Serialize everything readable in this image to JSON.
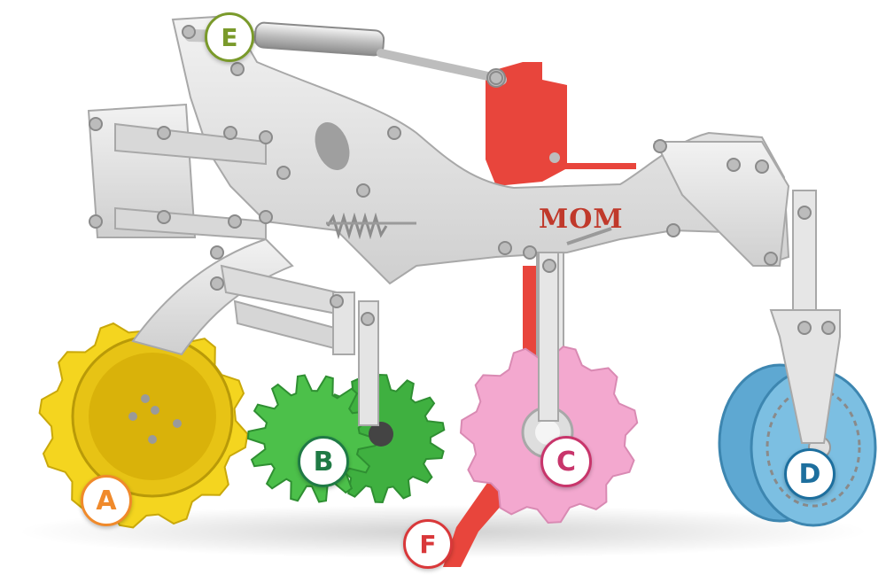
{
  "brand_mark": "MOM",
  "callouts": [
    {
      "label": "A",
      "color": "#f08a2b"
    },
    {
      "label": "B",
      "color": "#1f7a45"
    },
    {
      "label": "C",
      "color": "#c8356b"
    },
    {
      "label": "D",
      "color": "#1d6f9e"
    },
    {
      "label": "E",
      "color": "#7a9a2b"
    },
    {
      "label": "F",
      "color": "#d9383a"
    }
  ],
  "components": {
    "frame": {
      "color": "#e6e6e6"
    },
    "wheel_a": {
      "color": "#f4d51f"
    },
    "wheel_b": {
      "color": "#4cc04a"
    },
    "wheel_c": {
      "color": "#f3a8cf"
    },
    "wheel_d": {
      "color": "#7cbfe2"
    },
    "shank_f": {
      "color": "#e8453c"
    }
  }
}
